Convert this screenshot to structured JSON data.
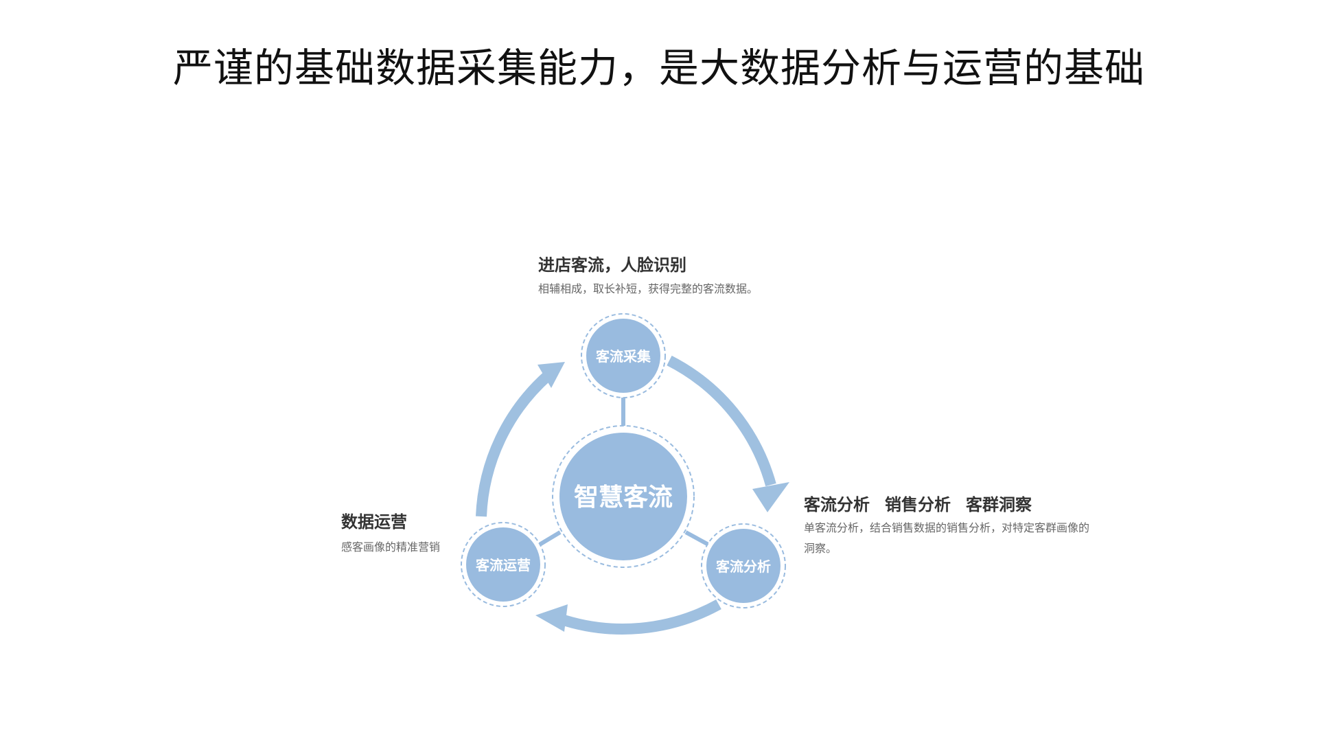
{
  "title": "严谨的基础数据采集能力，是大数据分析与运营的基础",
  "colors": {
    "node_fill": "#99bbdf",
    "arrow_fill": "#9fc0e0",
    "connector": "#99bbdf",
    "node_text": "#ffffff",
    "heading_text": "#333333",
    "body_text": "#666666"
  },
  "diagram": {
    "center": {
      "label": "智慧客流"
    },
    "nodes": {
      "collect": {
        "label": "客流采集"
      },
      "analyze": {
        "label": "客流分析"
      },
      "operate": {
        "label": "客流运营"
      }
    },
    "captions": {
      "collect": {
        "heading": "进店客流，人脸识别",
        "body": "相辅相成，取长补短，获得完整的客流数据。"
      },
      "analyze": {
        "headings": [
          "客流分析",
          "销售分析",
          "客群洞察"
        ],
        "body": "单客流分析，结合销售数据的销售分析，对特定客群画像的洞察。"
      },
      "operate": {
        "heading": "数据运营",
        "body": "感客画像的精准营销"
      }
    }
  }
}
